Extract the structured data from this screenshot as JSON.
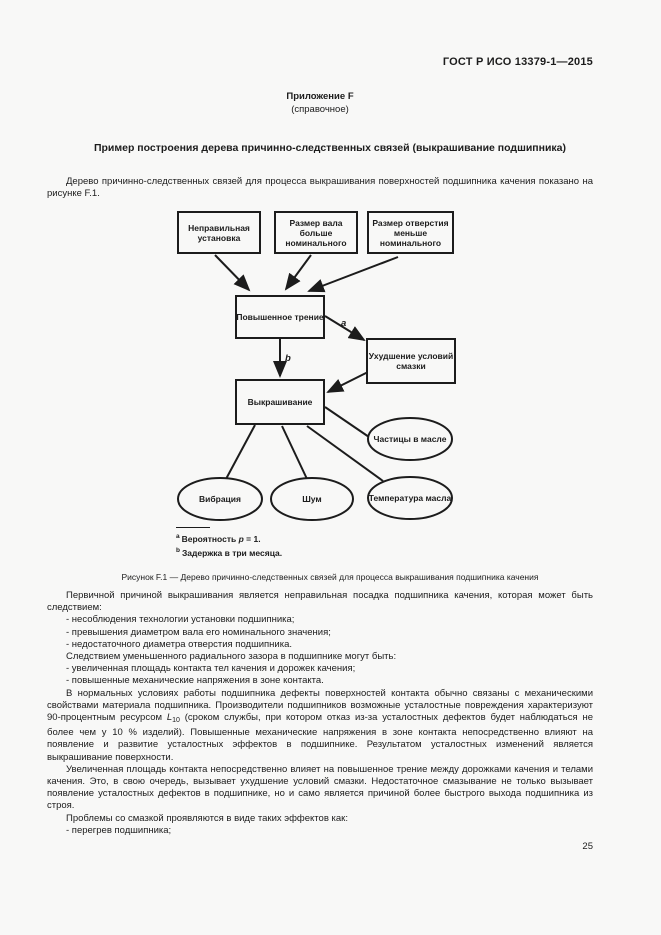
{
  "header": {
    "doc_number": "ГОСТ Р ИСО 13379-1—2015"
  },
  "annex": {
    "title": "Приложение F",
    "subtitle": "(справочное)"
  },
  "page_title": "Пример построения дерева причинно-следственных связей (выкрашивание подшипника)",
  "intro": "Дерево причинно-следственных связей для процесса выкрашивания поверхностей подшипника качения показано на рисунке F.1.",
  "diagram": {
    "boxes": {
      "incorrect_install": "Неправильная установка",
      "shaft_oversize": "Размер вала больше номинального",
      "bore_undersize": "Размер отверстия меньше номинального",
      "friction": "Повышенное трение",
      "lubrication": "Ухудшение условий смазки",
      "spalling": "Выкрашивание"
    },
    "ellipses": {
      "particles": "Частицы в масле",
      "vibration": "Вибрация",
      "noise": "Шум",
      "oil_temp": "Температура масла"
    },
    "edge_labels": {
      "a": "a",
      "b": "b"
    },
    "footnotes": {
      "a_sup": "a",
      "a_pre": "Вероятность ",
      "a_var": "p",
      "a_post": " = 1.",
      "b_sup": "b",
      "b_text": "Задержка в три месяца."
    }
  },
  "figure_caption": "Рисунок F.1 — Дерево причинно-следственных связей для процесса выкрашивания подшипника качения",
  "body": {
    "p1": "Первичной причиной выкрашивания является неправильная посадка подшипника качения, которая может быть следствием:",
    "li1": "- несоблюдения технологии установки подшипника;",
    "li2": "- превышения диаметром вала его номинального значения;",
    "li3": "- недостаточного диаметра отверстия подшипника.",
    "p2": "Следствием уменьшенного радиального зазора в подшипнике могут быть:",
    "li4": "- увеличенная площадь контакта тел качения и дорожек качения;",
    "li5": "- повышенные механические напряжения в зоне контакта.",
    "p3a": "В нормальных условиях работы подшипника дефекты поверхностей контакта обычно связаны с механическими свойствами материала подшипника. Производители подшипников возможные усталостные повреждения характеризуют 90-процентным ресурсом ",
    "p3_var": "L",
    "p3_sub": "10",
    "p3b": " (сроком службы, при котором отказ из-за усталостных дефектов будет наблюдаться не более чем у 10 % изделий). Повышенные механические напряжения в зоне контакта непосредственно влияют на появление и развитие усталостных эффектов в подшипнике. Результатом усталостных изменений является выкрашивание поверхности.",
    "p4": "Увеличенная площадь контакта непосредственно влияет на повышенное трение между дорожками качения и телами качения. Это, в свою очередь, вызывает ухудшение условий смазки. Недостаточное смазывание не только вызывает появление усталостных дефектов в подшипнике, но и само является причиной более быстрого выхода подшипника из строя.",
    "p5": "Проблемы со смазкой проявляются в виде таких эффектов как:",
    "li6": "- перегрев подшипника;"
  },
  "page_number": "25"
}
